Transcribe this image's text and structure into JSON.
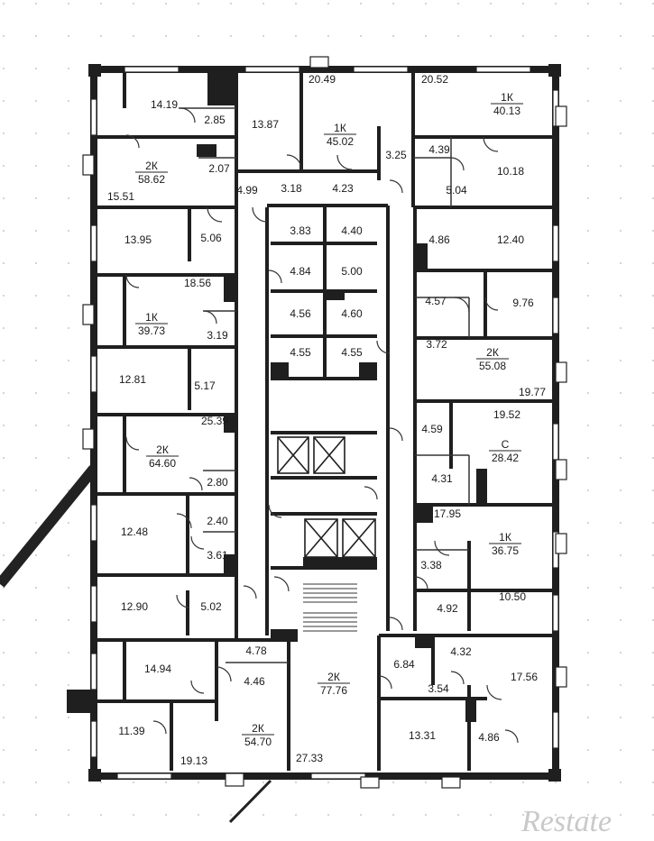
{
  "watermark": "Restate",
  "apartments": [
    {
      "type": "1К",
      "area": "40.13"
    },
    {
      "type": "1К",
      "area": "45.02"
    },
    {
      "type": "2К",
      "area": "58.62"
    },
    {
      "type": "1К",
      "area": "39.73"
    },
    {
      "type": "2К",
      "area": "55.08"
    },
    {
      "type": "2К",
      "area": "64.60"
    },
    {
      "type": "С",
      "area": "28.42"
    },
    {
      "type": "1К",
      "area": "36.75"
    },
    {
      "type": "2К",
      "area": "77.76"
    },
    {
      "type": "2К",
      "area": "54.70"
    }
  ],
  "rooms": [
    "20.49",
    "20.52",
    "14.19",
    "2.85",
    "13.87",
    "3.25",
    "4.39",
    "10.18",
    "2.07",
    "15.51",
    "4.99",
    "3.18",
    "4.23",
    "5.04",
    "13.95",
    "5.06",
    "3.83",
    "4.40",
    "4.86",
    "12.40",
    "4.84",
    "5.00",
    "18.56",
    "4.57",
    "9.76",
    "4.56",
    "4.60",
    "3.19",
    "4.55",
    "4.55",
    "3.72",
    "12.81",
    "5.17",
    "19.77",
    "19.52",
    "25.39",
    "4.59",
    "2.80",
    "4.31",
    "12.48",
    "2.40",
    "17.95",
    "3.61",
    "3.38",
    "12.90",
    "5.02",
    "4.92",
    "10.50",
    "4.78",
    "6.84",
    "4.32",
    "14.94",
    "4.46",
    "3.54",
    "17.56",
    "11.39",
    "13.31",
    "4.86",
    "19.13",
    "27.33"
  ]
}
